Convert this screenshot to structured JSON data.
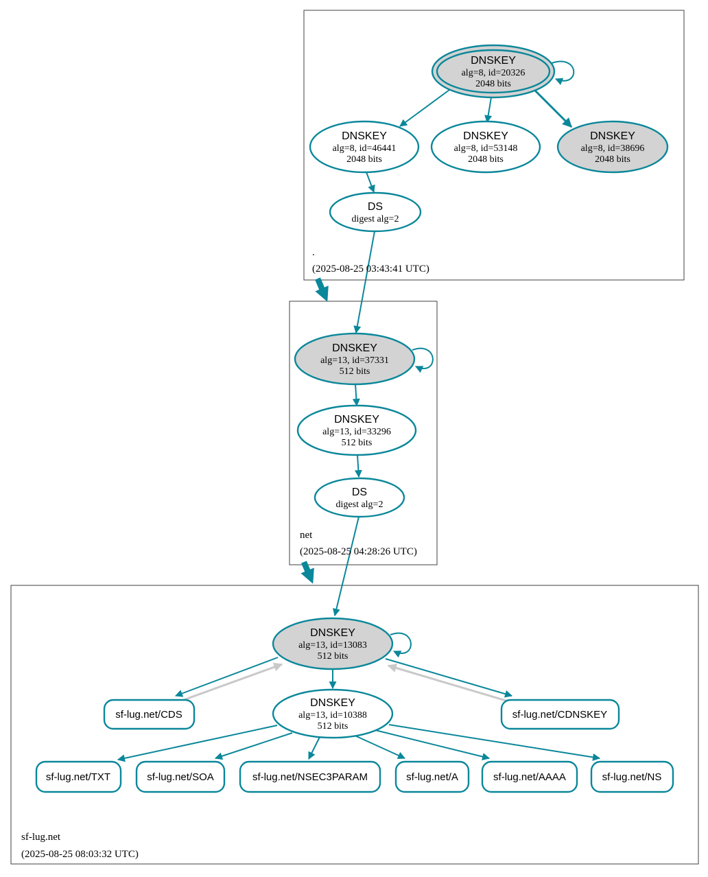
{
  "colors": {
    "secure-edge": "#0a879a",
    "gray-edge": "#c9c9c9",
    "ksk-fill": "#d3d3d3",
    "node-fill": "#ffffff",
    "box-border": "#3f3f3f",
    "text": "#000000",
    "background": "#ffffff"
  },
  "zones": {
    "root": {
      "label": ".",
      "timestamp": "(2025-08-25 03:43:41 UTC)"
    },
    "net": {
      "label": "net",
      "timestamp": "(2025-08-25 04:28:26 UTC)"
    },
    "sflug": {
      "label": "sf-lug.net",
      "timestamp": "(2025-08-25 08:03:32 UTC)"
    }
  },
  "nodes": {
    "root_ksk": {
      "type": "DNSKEY",
      "detail": "alg=8, id=20326",
      "bits": "2048 bits"
    },
    "root_key_46441": {
      "type": "DNSKEY",
      "detail": "alg=8, id=46441",
      "bits": "2048 bits"
    },
    "root_key_53148": {
      "type": "DNSKEY",
      "detail": "alg=8, id=53148",
      "bits": "2048 bits"
    },
    "root_key_38696": {
      "type": "DNSKEY",
      "detail": "alg=8, id=38696",
      "bits": "2048 bits"
    },
    "root_ds": {
      "type": "DS",
      "detail": "digest alg=2"
    },
    "net_ksk": {
      "type": "DNSKEY",
      "detail": "alg=13, id=37331",
      "bits": "512 bits"
    },
    "net_zsk": {
      "type": "DNSKEY",
      "detail": "alg=13, id=33296",
      "bits": "512 bits"
    },
    "net_ds": {
      "type": "DS",
      "detail": "digest alg=2"
    },
    "sflug_ksk": {
      "type": "DNSKEY",
      "detail": "alg=13, id=13083",
      "bits": "512 bits"
    },
    "sflug_zsk": {
      "type": "DNSKEY",
      "detail": "alg=13, id=10388",
      "bits": "512 bits"
    },
    "rrset_cds": {
      "label": "sf-lug.net/CDS"
    },
    "rrset_cdnskey": {
      "label": "sf-lug.net/CDNSKEY"
    },
    "rrset_txt": {
      "label": "sf-lug.net/TXT"
    },
    "rrset_soa": {
      "label": "sf-lug.net/SOA"
    },
    "rrset_nsec3param": {
      "label": "sf-lug.net/NSEC3PARAM"
    },
    "rrset_a": {
      "label": "sf-lug.net/A"
    },
    "rrset_aaaa": {
      "label": "sf-lug.net/AAAA"
    },
    "rrset_ns": {
      "label": "sf-lug.net/NS"
    }
  }
}
